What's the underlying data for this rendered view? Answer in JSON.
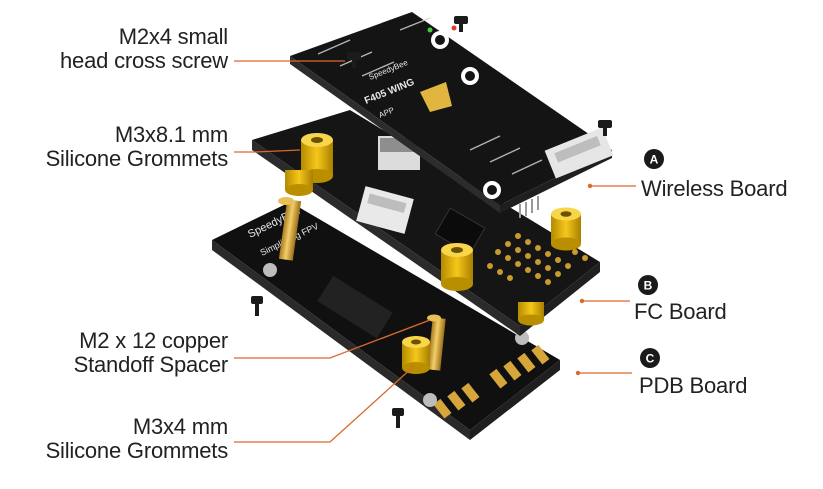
{
  "callouts": {
    "screw": {
      "line1": "M2x4 small",
      "line2": "head cross screw"
    },
    "grommets_top": {
      "line1": "M3x8.1 mm",
      "line2": "Silicone Grommets"
    },
    "standoff": {
      "line1": "M2 x 12 copper",
      "line2": "Standoff Spacer"
    },
    "grommets_bottom": {
      "line1": "M3x4 mm",
      "line2": "Silicone Grommets"
    }
  },
  "boards": {
    "wireless": {
      "badge": "A",
      "label": "Wireless Board"
    },
    "fc": {
      "badge": "B",
      "label": "FC Board"
    },
    "pdb": {
      "badge": "C",
      "label": "PDB Board"
    }
  },
  "silkscreen": {
    "wireless_brand": "SpeedyBee",
    "wireless_model": "F405 WING",
    "wireless_sub": "APP",
    "pdb_brand": "SpeedyBee",
    "pdb_slogan": "Simplifying FPV"
  },
  "colors": {
    "leader_line": "#d9692f",
    "grommet": "#e8b70c",
    "pcb": "#141414",
    "badge": "#1a1a1a"
  }
}
